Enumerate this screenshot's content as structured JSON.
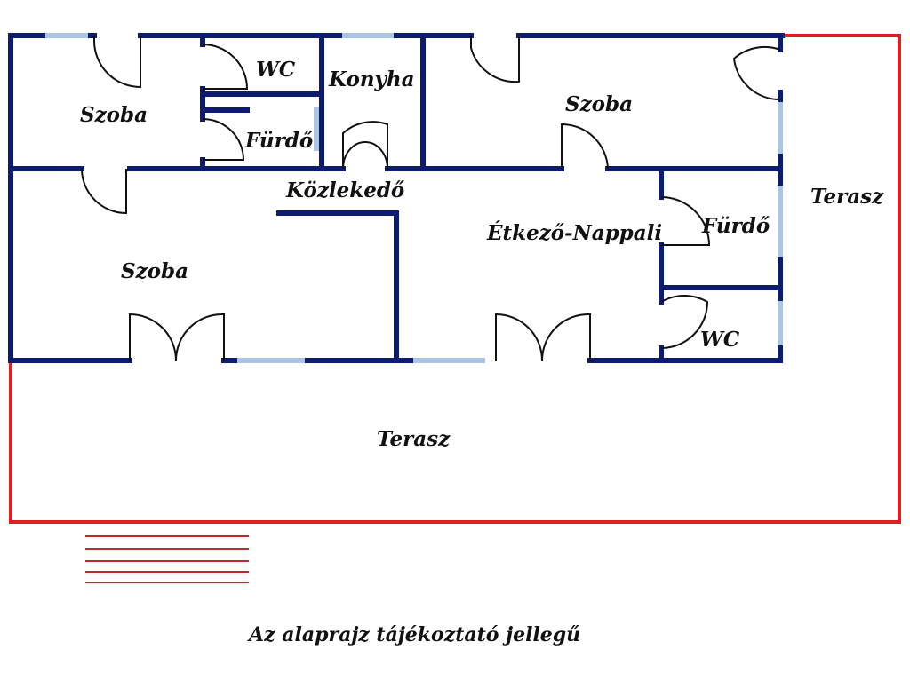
{
  "diagram": {
    "rooms": {
      "szoba_top_left": "Szoba",
      "wc_top": "WC",
      "konyha": "Konyha",
      "furdo_top": "Fürdő",
      "szoba_top_right": "Szoba",
      "kozlekedo": "Közlekedő",
      "szoba_bottom_left": "Szoba",
      "etkezo_nappali": "Étkező-Nappali",
      "furdo_right": "Fürdő",
      "wc_right": "WC",
      "terasz_right": "Terasz",
      "terasz_bottom": "Terasz"
    },
    "note": "Az alaprajz tájékoztató jellegű",
    "colors": {
      "wall": "#0d1c6e",
      "window": "#a9c4e4",
      "terrace_outline": "#dd1f26",
      "label_text": "#111111"
    }
  }
}
